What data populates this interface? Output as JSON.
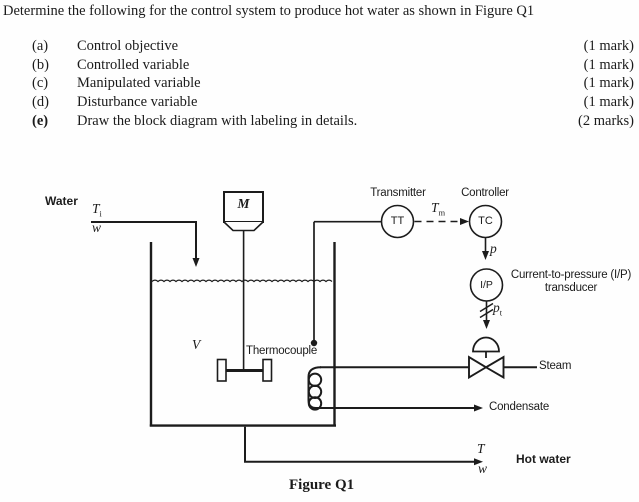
{
  "question": {
    "title": "Determine the following for the control system to produce hot water as shown in Figure Q1",
    "items": [
      {
        "letter": "(a)",
        "text": "Control objective",
        "marks": "(1 mark)"
      },
      {
        "letter": "(b)",
        "text": "Controlled variable",
        "marks": "(1 mark)"
      },
      {
        "letter": "(c)",
        "text": "Manipulated variable",
        "marks": "(1 mark)"
      },
      {
        "letter": "(d)",
        "text": "Disturbance variable",
        "marks": "(1 mark)"
      },
      {
        "letter": "(e)",
        "text": "Draw the block diagram with labeling in details.",
        "marks": "(2 marks)"
      }
    ]
  },
  "figure": {
    "caption": "Figure Q1",
    "labels": {
      "water": "Water",
      "inlet_temp": {
        "symbol": "T",
        "sub": "i"
      },
      "inlet_flow": "w",
      "motor": "M",
      "volume": "V",
      "thermocouple": "Thermocouple",
      "transmitter": "Transmitter",
      "controller": "Controller",
      "tt": "TT",
      "tc": "TC",
      "ip": "I/P",
      "tm": {
        "symbol": "T",
        "sub": "m"
      },
      "p": "p",
      "pt": {
        "symbol": "p",
        "sub": "t"
      },
      "ip_desc_line1": "Current-to-pressure (I/P)",
      "ip_desc_line2": "transducer",
      "steam": "Steam",
      "condensate": "Condensate",
      "outlet_temp": "T",
      "outlet_flow": "w",
      "hot_water": "Hot water"
    }
  },
  "colors": {
    "ink": "#1c1c1c",
    "background": "#fefefe"
  }
}
